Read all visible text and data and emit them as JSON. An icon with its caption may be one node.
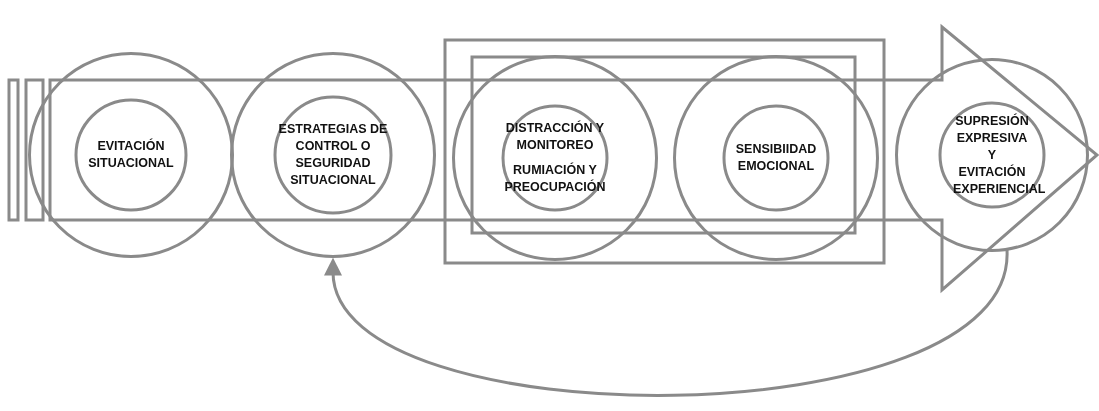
{
  "diagram": {
    "nodes": [
      {
        "text": [
          "EVITACIÓN SITUACIONAL"
        ]
      },
      {
        "text": [
          "ESTRATEGIAS DE CONTROL O SEGURIDAD SITUACIONAL"
        ]
      },
      {
        "text": [
          "DISTRACCIÓN Y MONITOREO",
          "RUMIACIÓN Y PREOCUPACIÓN"
        ]
      },
      {
        "text": [
          "SENSIBIIDAD EMOCIONAL"
        ]
      },
      {
        "text": [
          "SUPRESIÓN EXPRESIVA Y EVITACIÓN EXPERIENCIAL"
        ]
      }
    ],
    "edges": [
      {
        "from": 4,
        "to": 1,
        "arrow": "to"
      }
    ]
  }
}
